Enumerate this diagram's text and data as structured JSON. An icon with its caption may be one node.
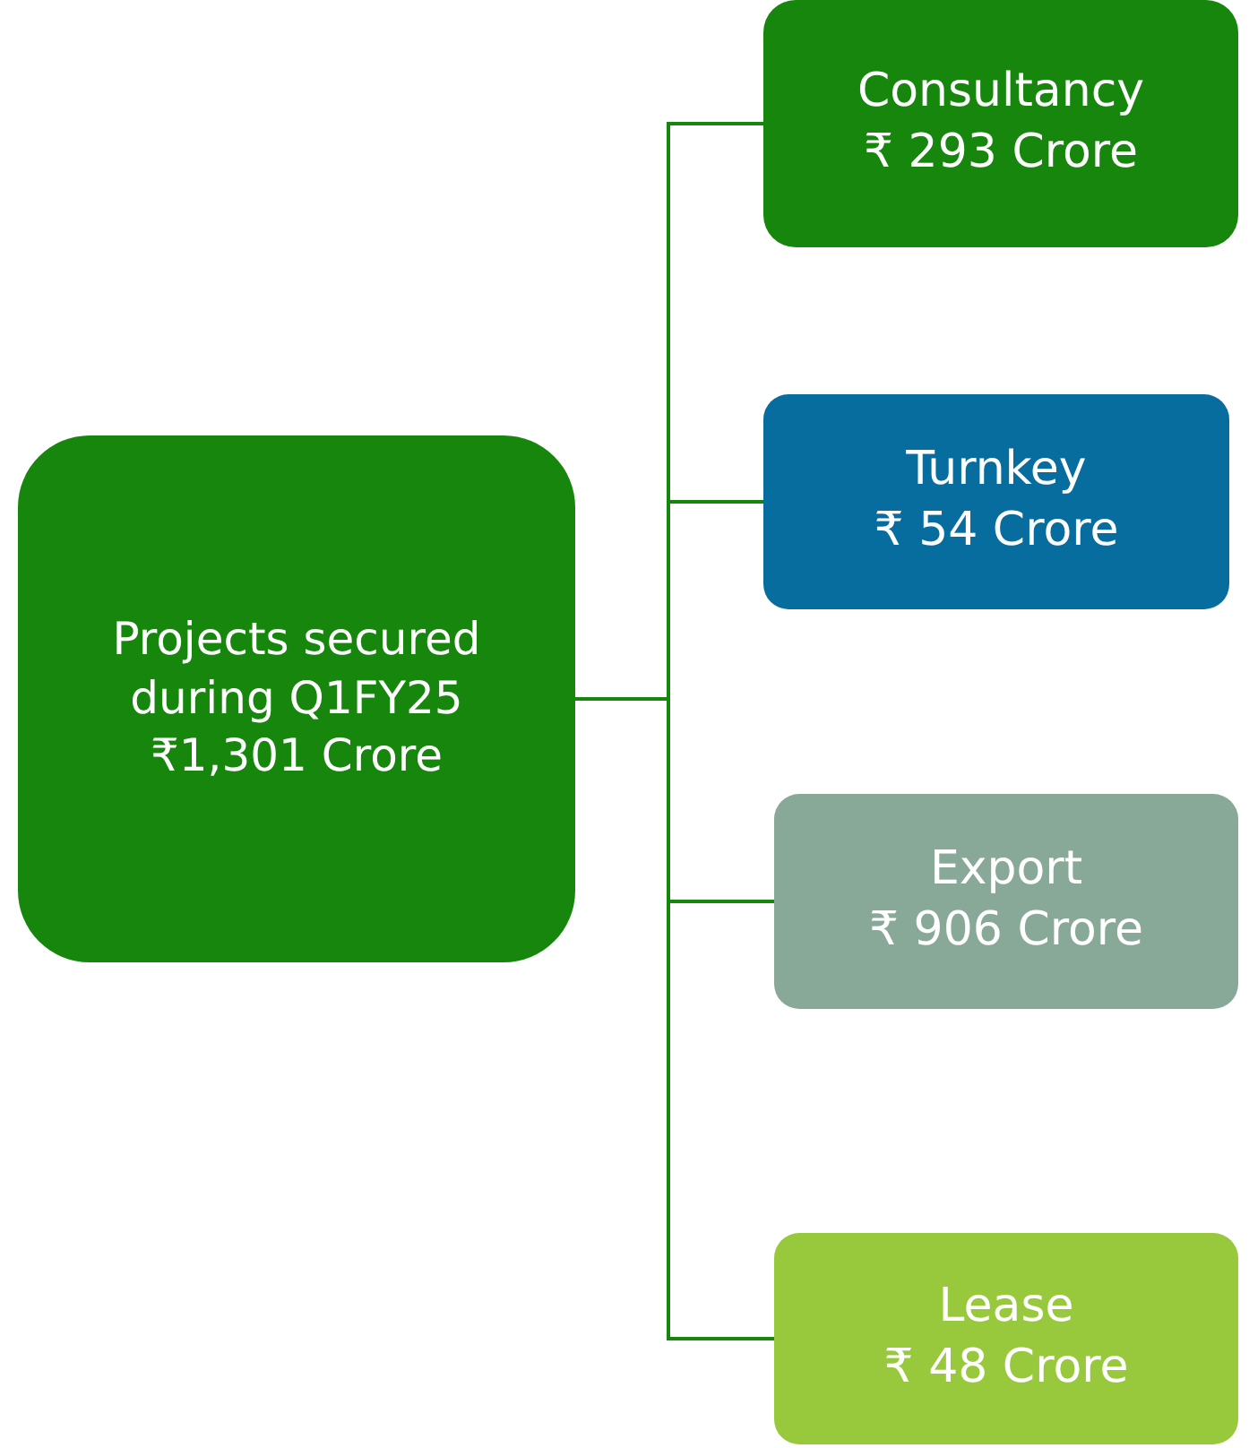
{
  "diagram": {
    "nodes": [
      {
        "text": [
          "Projects secured during Q1FY25",
          "₹1,301 Crore"
        ]
      },
      {
        "text": [
          "Consultancy",
          "₹ 293 Crore"
        ]
      },
      {
        "text": [
          "Turnkey",
          "₹ 54 Crore"
        ]
      },
      {
        "text": [
          "Export",
          "₹ 906 Crore"
        ]
      },
      {
        "text": [
          "Lease",
          "₹ 48 Crore"
        ]
      }
    ],
    "edges": [
      {
        "from": 0,
        "to": 1,
        "arrow": "none"
      },
      {
        "from": 0,
        "to": 2,
        "arrow": "none"
      },
      {
        "from": 0,
        "to": 3,
        "arrow": "none"
      },
      {
        "from": 0,
        "to": 4,
        "arrow": "none"
      }
    ]
  }
}
